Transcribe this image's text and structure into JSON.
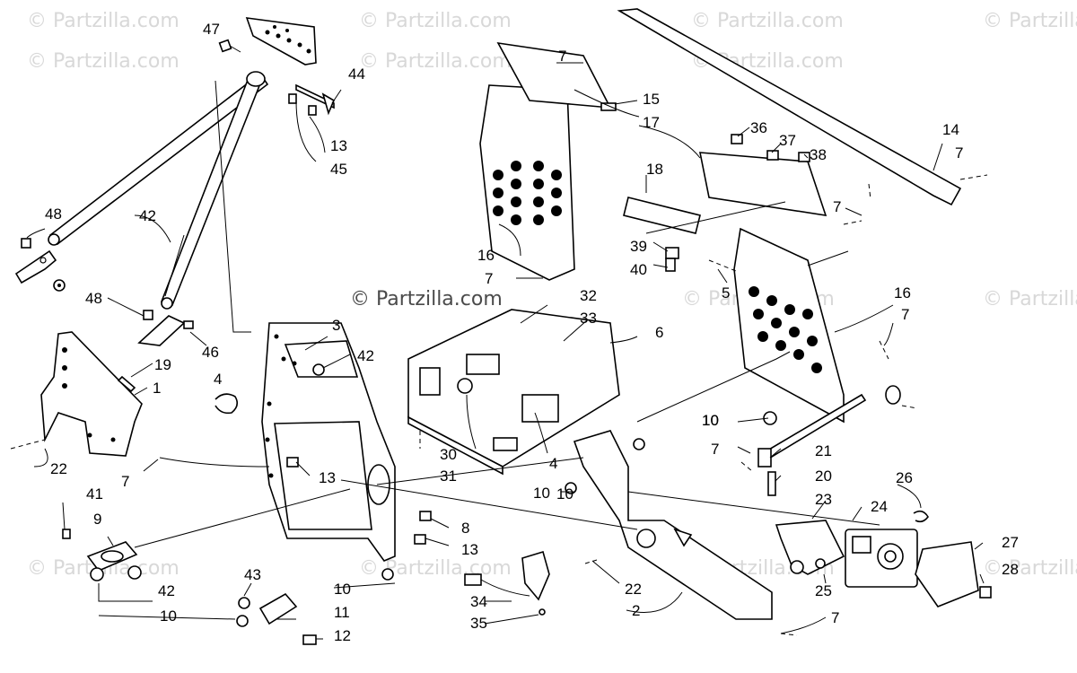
{
  "watermark": {
    "text": "© Partzilla.com",
    "center_text": "© Partzilla.com"
  },
  "callouts": [
    "47",
    "44",
    "13",
    "45",
    "48",
    "46",
    "42",
    "48",
    "3",
    "42",
    "19",
    "1",
    "4",
    "22",
    "7",
    "13",
    "41",
    "9",
    "42",
    "10",
    "43",
    "10",
    "11",
    "12",
    "8",
    "13",
    "10",
    "7",
    "15",
    "17",
    "16",
    "7",
    "32",
    "33",
    "6",
    "30",
    "31",
    "4",
    "10",
    "2",
    "22",
    "7",
    "18",
    "36",
    "37",
    "38",
    "39",
    "40",
    "14",
    "7",
    "7",
    "5",
    "16",
    "7",
    "10",
    "7",
    "21",
    "20",
    "23",
    "26",
    "24",
    "25",
    "27",
    "28"
  ]
}
